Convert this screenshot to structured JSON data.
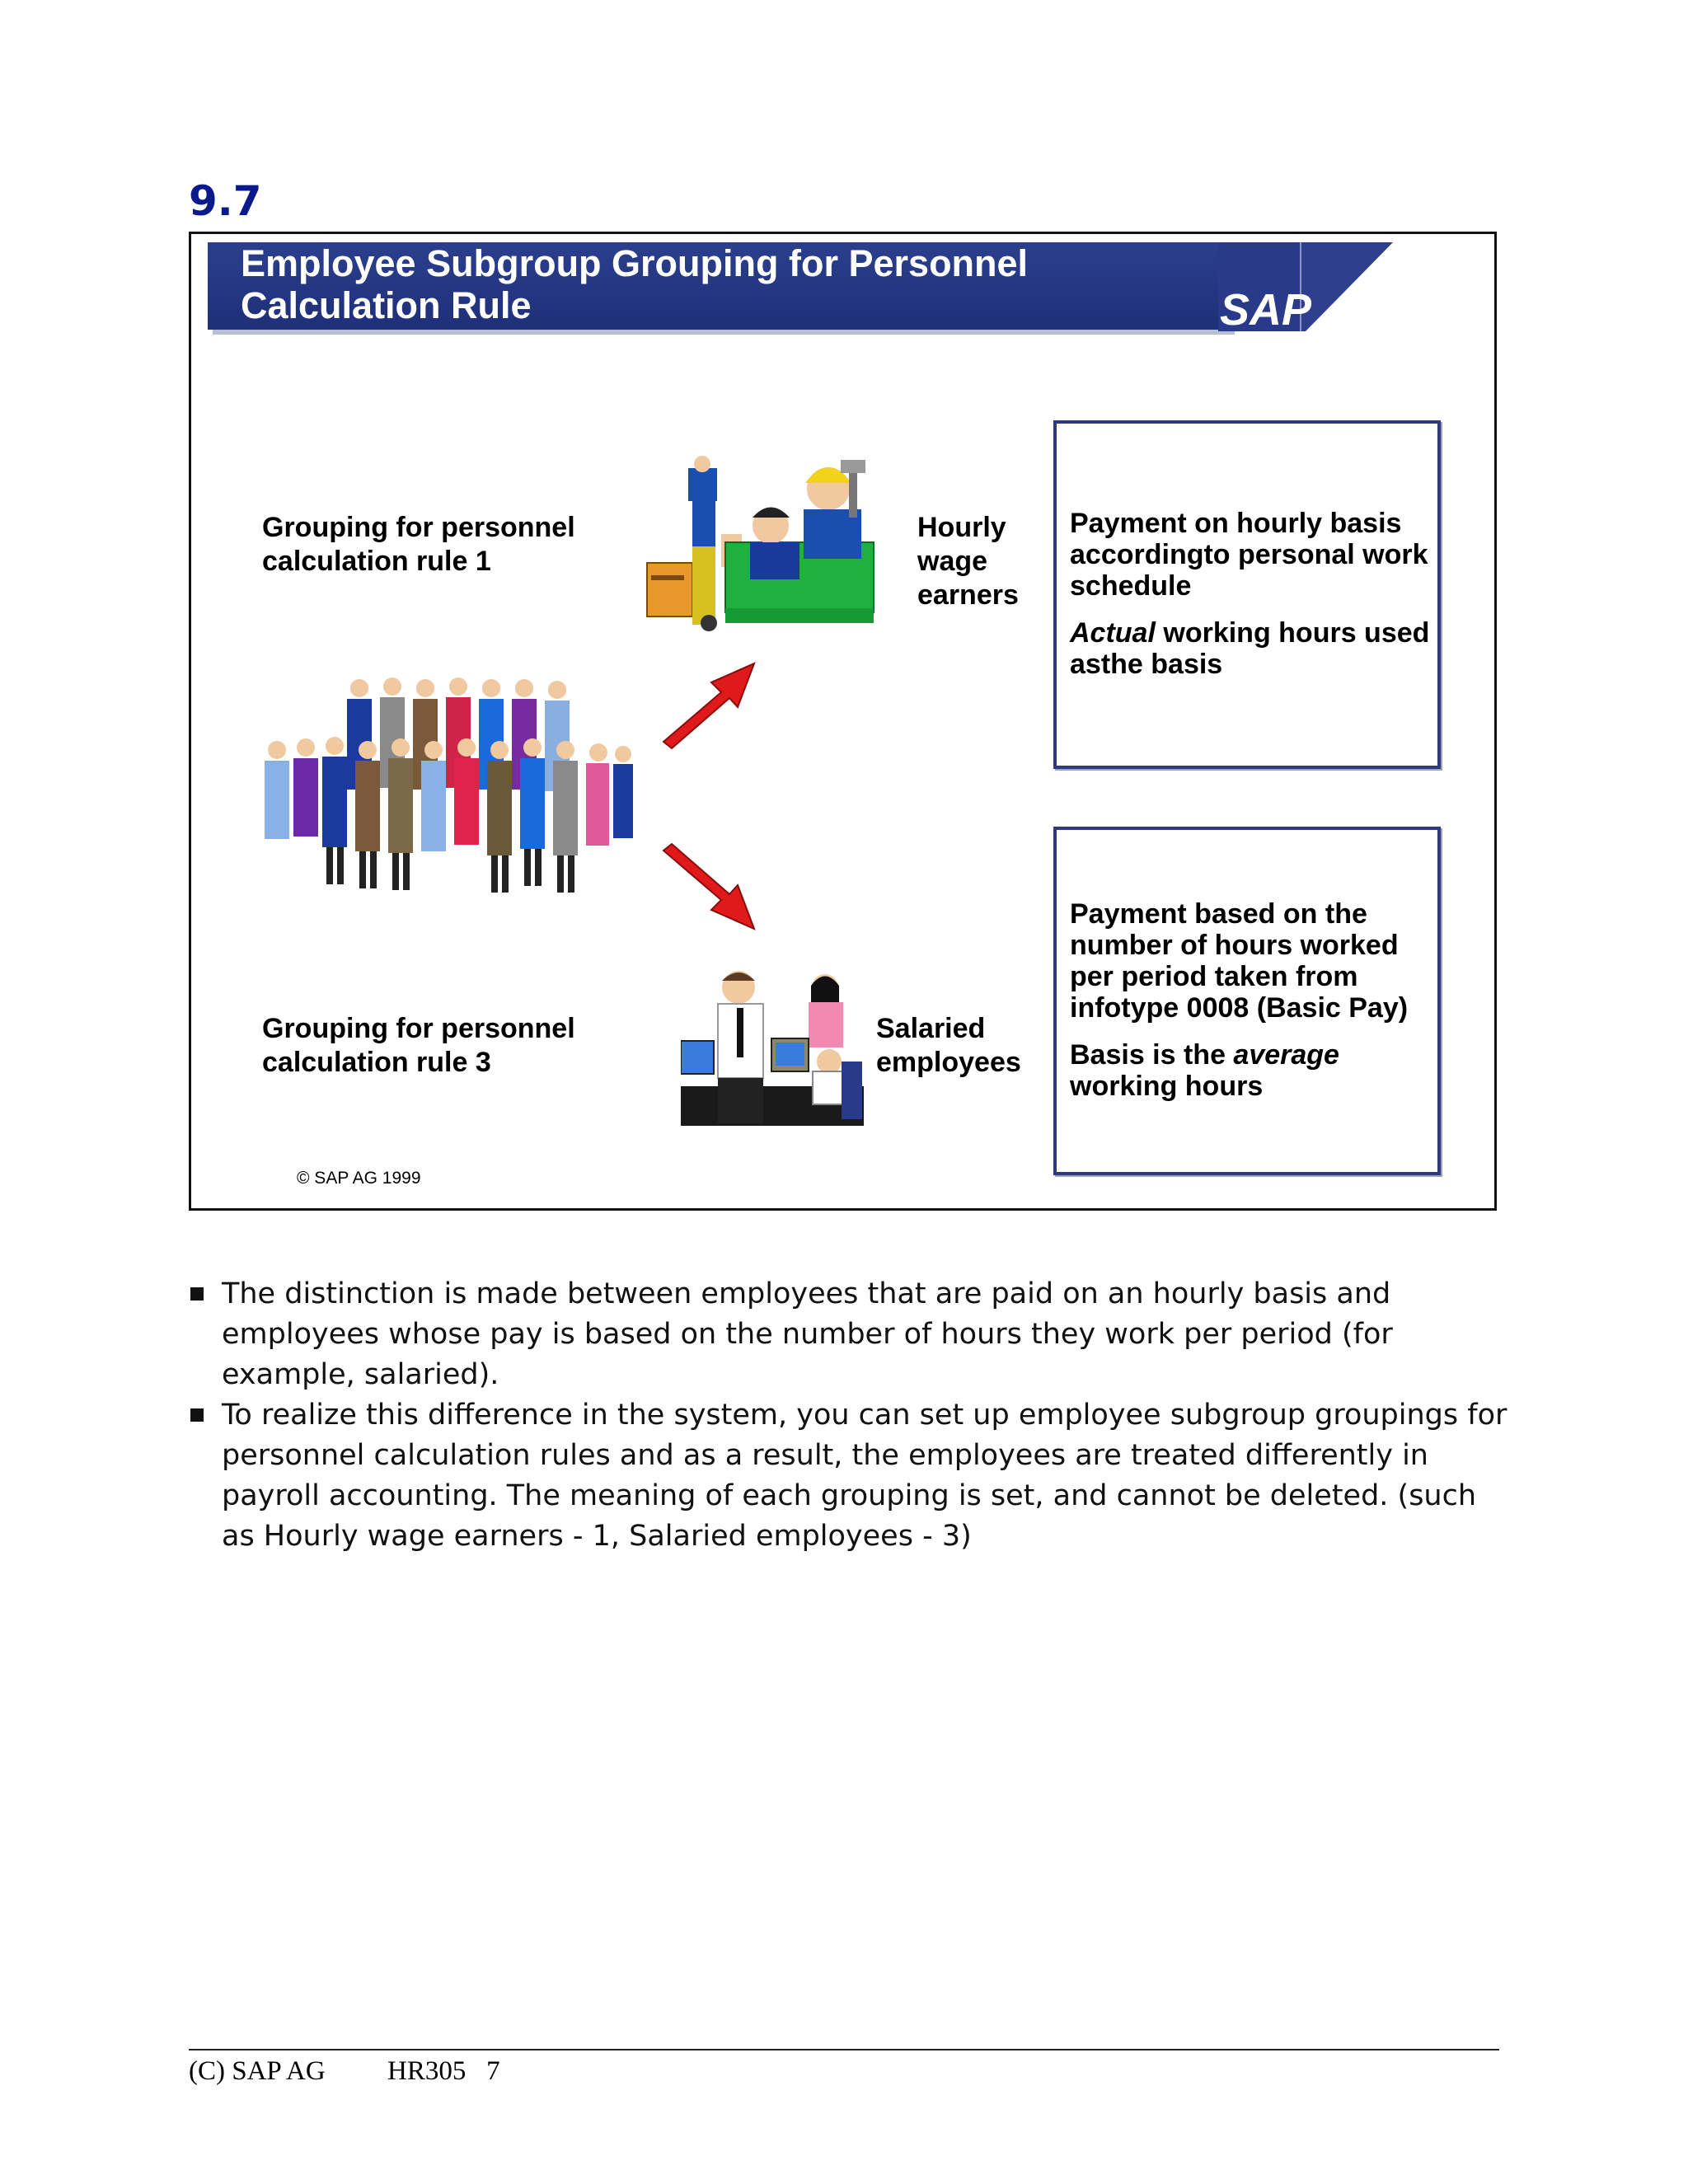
{
  "section_number": "9.7",
  "slide": {
    "title": "Employee Subgroup Grouping for Personnel\nCalculation Rule",
    "logo_text": "SAP",
    "group_1_label": "Grouping for personnel\ncalculation rule 1",
    "group_3_label": "Grouping for personnel\ncalculation rule 3",
    "hourly_label": "Hourly\nwage\nearners",
    "salaried_label": "Salaried\nemployees",
    "hourly_box": {
      "line1": "Payment on hourly basis accordingto personal work schedule",
      "line2_italic": "Actual",
      "line2_rest": " working hours used asthe basis"
    },
    "salaried_box": {
      "line1": "Payment based on the number of hours worked per period taken from infotype 0008 (Basic Pay)",
      "line2_pre": "Basis is the ",
      "line2_italic": "average",
      "line2_post": " working hours"
    },
    "copyright": "©  SAP AG 1999",
    "icons": {
      "workers": "hourly-workers-illustration",
      "crowd": "employee-crowd-illustration",
      "office": "salaried-office-illustration",
      "arrow_up": "red-arrow-up-right",
      "arrow_down": "red-arrow-down-right"
    },
    "colors": {
      "header": "#1f2f78",
      "arrow": "#e0191b"
    }
  },
  "bullets": [
    "The distinction is made between employees that are paid on an hourly basis and employees whose pay is based on the number of hours they work per period (for example, salaried).",
    "To realize this difference in the system, you can set up employee subgroup groupings for personnel calculation rules and as a result, the employees are treated differently in payroll accounting. The meaning of each grouping is set, and cannot be deleted. (such as Hourly wage earners - 1, Salaried employees - 3)"
  ],
  "footer": {
    "left": "(C) SAP AG",
    "right": "HR305   7"
  }
}
